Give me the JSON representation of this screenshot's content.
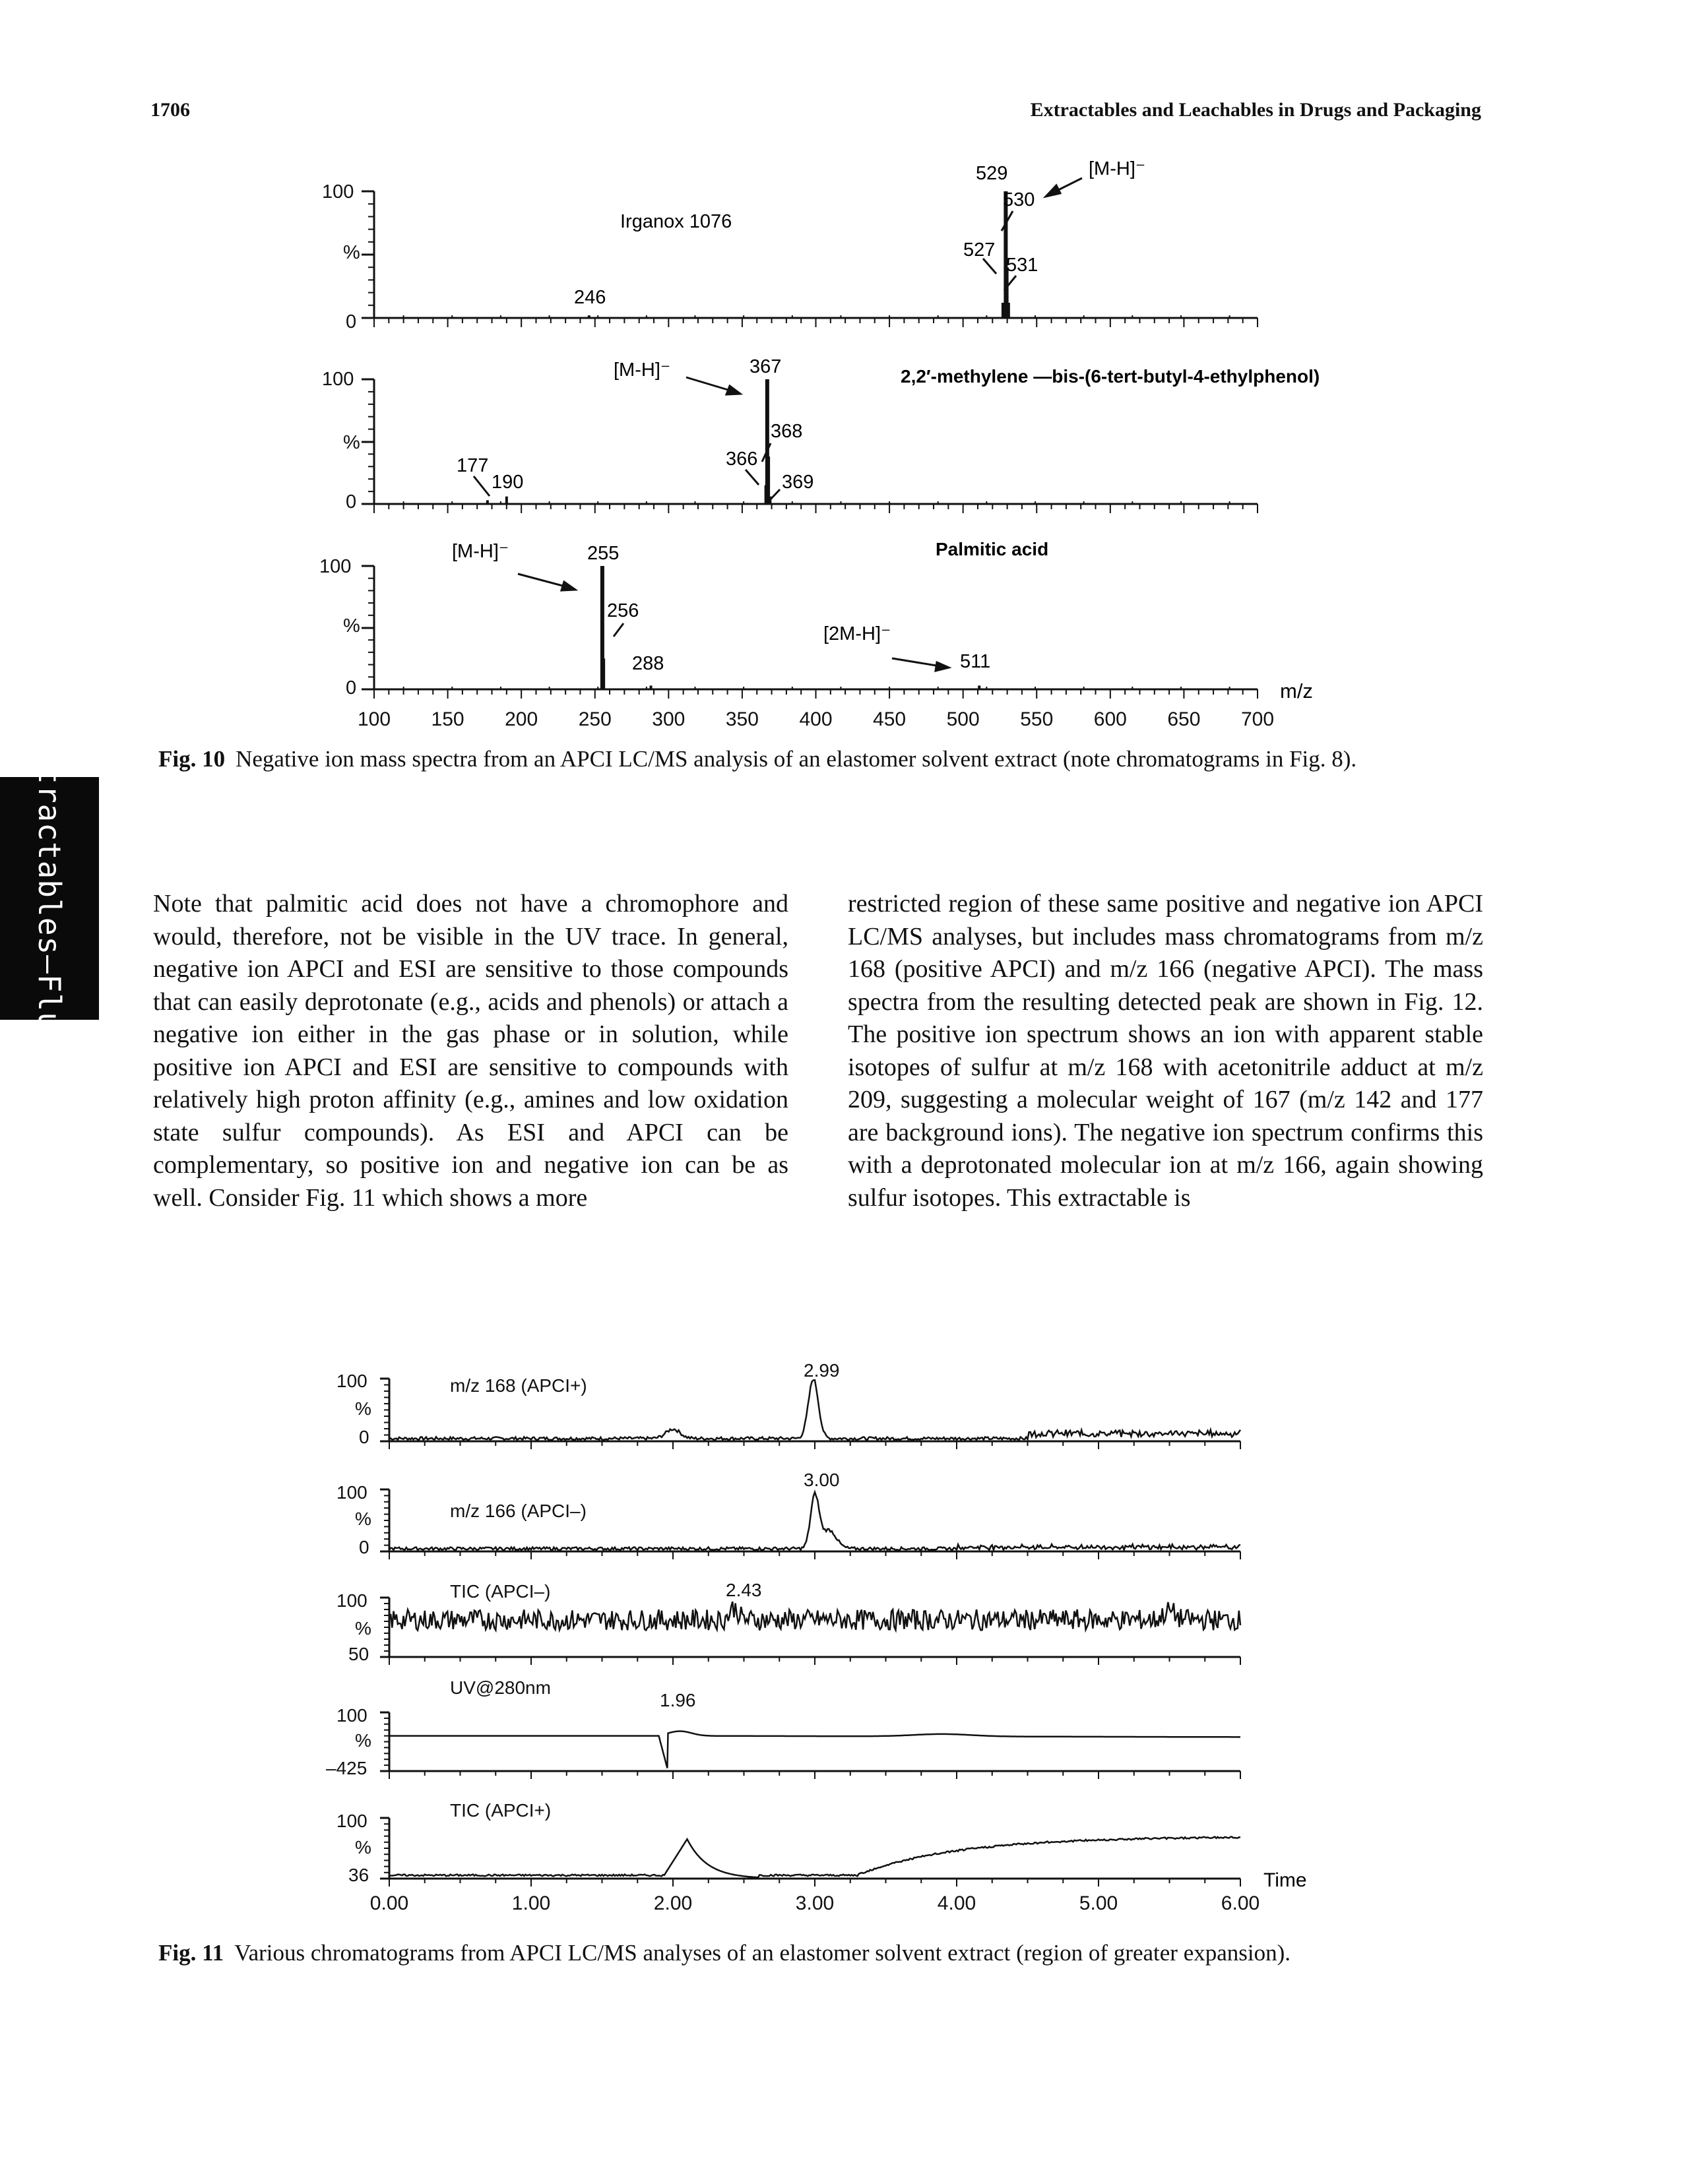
{
  "header": {
    "page_number": "1706",
    "running_head": "Extractables and Leachables in Drugs and Packaging"
  },
  "side_tab": {
    "label": "Extractables–Fluid"
  },
  "fig10": {
    "caption_label": "Fig. 10",
    "caption_text": "Negative ion mass spectra from an APCI LC/MS analysis of an elastomer solvent extract (note chromatograms in Fig. 8).",
    "x_axis_unit": "m/z",
    "x_ticks": [
      "100",
      "150",
      "200",
      "250",
      "300",
      "350",
      "400",
      "450",
      "500",
      "550",
      "600",
      "650",
      "700"
    ],
    "y_labels": [
      "100",
      "%",
      "0"
    ],
    "panels": [
      {
        "name": "Irganox 1076",
        "ion_label": "[M-H]⁻",
        "labels": [
          "529",
          "530",
          "527",
          "531",
          "246"
        ]
      },
      {
        "name": "2,2′-methylene —bis-(6-tert-butyl-4-ethylphenol)",
        "ion_label": "[M-H]⁻",
        "labels": [
          "367",
          "368",
          "366",
          "369",
          "177",
          "190"
        ]
      },
      {
        "name": "Palmitic acid",
        "ion_label": "[M-H]⁻",
        "ion_label_2": "[2M-H]⁻",
        "labels": [
          "255",
          "256",
          "288",
          "511"
        ]
      }
    ]
  },
  "chart_data": [
    {
      "type": "bar",
      "title": "Irganox 1076",
      "xlabel": "m/z",
      "ylabel": "%",
      "xlim": [
        100,
        700
      ],
      "ylim": [
        0,
        100
      ],
      "x": [
        246,
        527,
        529,
        530,
        531
      ],
      "values": [
        2,
        12,
        100,
        40,
        12
      ]
    },
    {
      "type": "bar",
      "title": "2,2′-methylene —bis-(6-tert-butyl-4-ethylphenol)",
      "xlabel": "m/z",
      "ylabel": "%",
      "xlim": [
        100,
        700
      ],
      "ylim": [
        0,
        100
      ],
      "x": [
        177,
        190,
        366,
        367,
        368,
        369
      ],
      "values": [
        3,
        6,
        15,
        100,
        38,
        6
      ]
    },
    {
      "type": "bar",
      "title": "Palmitic acid",
      "xlabel": "m/z",
      "ylabel": "%",
      "xlim": [
        100,
        700
      ],
      "ylim": [
        0,
        100
      ],
      "x": [
        255,
        256,
        288,
        511
      ],
      "values": [
        100,
        25,
        3,
        3
      ]
    },
    {
      "type": "line",
      "title": "m/z 168 (APCI+)",
      "xlabel": "Time",
      "ylabel": "%",
      "ylim": [
        0,
        100
      ],
      "peaks": [
        {
          "x": 2.99,
          "label": "2.99"
        }
      ]
    },
    {
      "type": "line",
      "title": "m/z 166 (APCI–)",
      "xlabel": "Time",
      "ylabel": "%",
      "ylim": [
        0,
        100
      ],
      "peaks": [
        {
          "x": 3.0,
          "label": "3.00"
        }
      ]
    },
    {
      "type": "line",
      "title": "TIC (APCI–)",
      "xlabel": "Time",
      "ylabel": "%",
      "ylim": [
        50,
        100
      ],
      "peaks": [
        {
          "x": 2.43,
          "label": "2.43"
        }
      ]
    },
    {
      "type": "line",
      "title": "UV@280nm",
      "xlabel": "Time",
      "ylabel": "%",
      "ylim": [
        -425,
        100
      ],
      "peaks": [
        {
          "x": 1.96,
          "label": "1.96"
        }
      ]
    },
    {
      "type": "line",
      "title": "TIC (APCI+)",
      "xlabel": "Time",
      "ylabel": "%",
      "ylim": [
        36,
        100
      ],
      "x_ticks": [
        "0.00",
        "1.00",
        "2.00",
        "3.00",
        "4.00",
        "5.00",
        "6.00"
      ]
    }
  ],
  "fig11": {
    "caption_label": "Fig. 11",
    "caption_text": "Various chromatograms from APCI LC/MS analyses of an elastomer solvent extract (region of greater expansion).",
    "x_axis_unit": "Time",
    "x_ticks": [
      "0.00",
      "1.00",
      "2.00",
      "3.00",
      "4.00",
      "5.00",
      "6.00"
    ],
    "traces": [
      {
        "title": "m/z 168 (APCI+)",
        "y_top": "100",
        "y_mid": "%",
        "y_bottom": "0",
        "peak": "2.99"
      },
      {
        "title": "m/z 166 (APCI–)",
        "y_top": "100",
        "y_mid": "%",
        "y_bottom": "0",
        "peak": "3.00"
      },
      {
        "title": "TIC (APCI–)",
        "y_top": "100",
        "y_mid": "%",
        "y_bottom": "50",
        "peak": "2.43"
      },
      {
        "title": "UV@280nm",
        "y_top": "100",
        "y_mid": "%",
        "y_bottom": "–425",
        "peak": "1.96"
      },
      {
        "title": "TIC (APCI+)",
        "y_top": "100",
        "y_mid": "%",
        "y_bottom": "36",
        "peak": ""
      }
    ]
  },
  "body": {
    "left": "Note that palmitic acid does not have a chromophore and would, therefore, not be visible in the UV trace. In general, negative ion APCI and ESI are sensitive to those compounds that can easily deprotonate (e.g., acids and phenols) or attach a negative ion either in the gas phase or in solution, while positive ion APCI and ESI are sensitive to compounds with relatively high proton affinity (e.g., amines and low oxidation state sulfur compounds). As ESI and APCI can be complementary, so positive ion and negative ion can be as well. Consider Fig. 11 which shows a more",
    "right": "restricted region of these same positive and negative ion APCI LC/MS analyses, but includes mass chromatograms from m/z 168 (positive APCI) and m/z 166 (negative APCI). The mass spectra from the resulting detected peak are shown in Fig. 12. The positive ion spectrum shows an ion with apparent stable isotopes of sulfur at m/z 168 with acetonitrile adduct at m/z 209, suggesting a molecular weight of 167 (m/z 142 and 177 are background ions). The negative ion spectrum confirms this with a deprotonated molecular ion at m/z 166, again showing sulfur isotopes. This extractable is"
  }
}
